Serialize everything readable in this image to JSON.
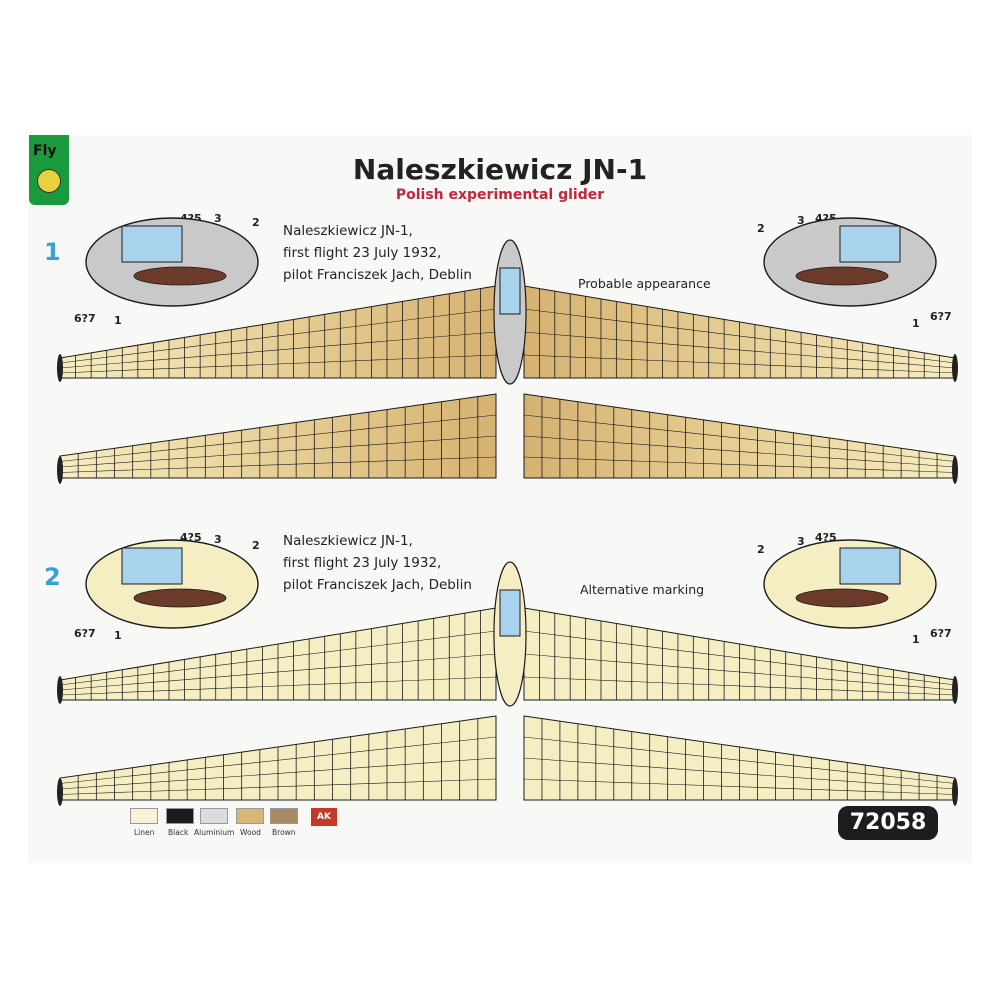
{
  "brand": {
    "logo_text": "Fly"
  },
  "header": {
    "title": "Naleszkiewicz JN-1",
    "subtitle": "Polish experimental glider"
  },
  "schemes": [
    {
      "number": "1",
      "caption_lines": [
        "Naleszkiewicz JN-1,",
        "first flight 23 July 1932,",
        "pilot Franciszek Jach, Deblin"
      ],
      "note": "Probable appearance",
      "fuselage_color": "#c9c9c9",
      "wing_base_color": "#d9b779",
      "wing_tip_color": "#f7edc0",
      "callouts_left": [
        "4?5",
        "3",
        "2",
        "6?7",
        "1"
      ],
      "callouts_right": [
        "2",
        "3",
        "4?5",
        "1",
        "6?7"
      ]
    },
    {
      "number": "2",
      "caption_lines": [
        "Naleszkiewicz JN-1,",
        "first flight 23 July 1932,",
        "pilot Franciszek Jach, Deblin"
      ],
      "note": "Alternative marking",
      "fuselage_color": "#f6eec3",
      "wing_base_color": "#f6eec3",
      "wing_tip_color": "#f8f0c8",
      "callouts_left": [
        "4?5",
        "3",
        "2",
        "6?7",
        "1"
      ],
      "callouts_right": [
        "2",
        "3",
        "4?5",
        "1",
        "6?7"
      ]
    }
  ],
  "legend": [
    {
      "label": "Linen",
      "color": "#f7f2d8"
    },
    {
      "label": "Black",
      "color": "#1a1a1a"
    },
    {
      "label": "Aluminium",
      "color": "#dcdcdc"
    },
    {
      "label": "Wood",
      "color": "#d8b676"
    },
    {
      "label": "Brown",
      "color": "#a88a62"
    }
  ],
  "legend_badge": "AK",
  "product_code": "72058",
  "colors": {
    "title_red": "#c7243a",
    "scheme_blue": "#3aa0d8",
    "canopy_blue": "#a9d2ec",
    "outline": "#1a1a1a"
  }
}
